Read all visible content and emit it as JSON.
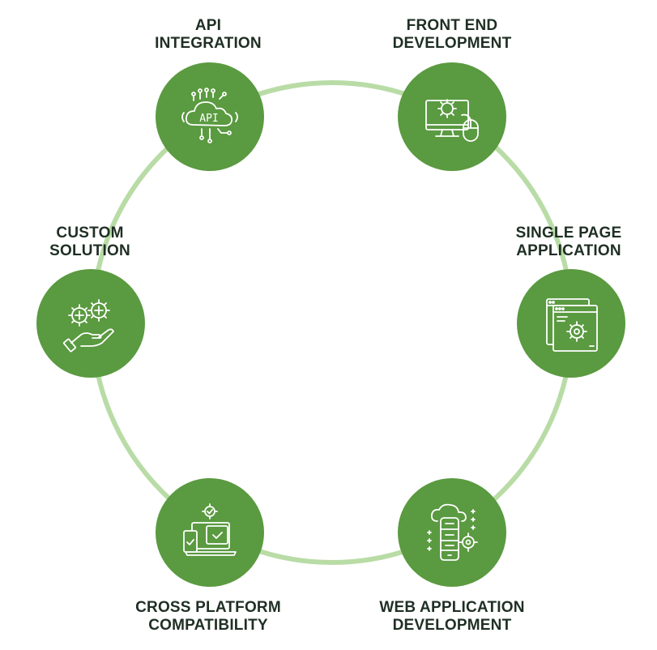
{
  "colors": {
    "ring": "#b9dca6",
    "node": "#5a9a40",
    "icon": "#ffffff",
    "text": "#1f2f24"
  },
  "nodes": [
    {
      "id": "api",
      "icon": "api-cloud-icon",
      "lines": [
        "API",
        "INTEGRATION"
      ]
    },
    {
      "id": "frontend",
      "icon": "monitor-gear-mouse-icon",
      "lines": [
        "FRONT END",
        "DEVELOPMENT"
      ]
    },
    {
      "id": "spa",
      "icon": "browser-window-gear-icon",
      "lines": [
        "SINGLE PAGE",
        "APPLICATION"
      ]
    },
    {
      "id": "webapp",
      "icon": "cloud-server-gear-icon",
      "lines": [
        "WEB APPLICATION",
        "DEVELOPMENT"
      ]
    },
    {
      "id": "crossplatform",
      "icon": "devices-check-icon",
      "lines": [
        "CROSS PLATFORM",
        "COMPATIBILITY"
      ]
    },
    {
      "id": "custom",
      "icon": "hand-gears-icon",
      "lines": [
        "CUSTOM",
        "SOLUTION"
      ]
    }
  ],
  "api_icon_text": "API"
}
